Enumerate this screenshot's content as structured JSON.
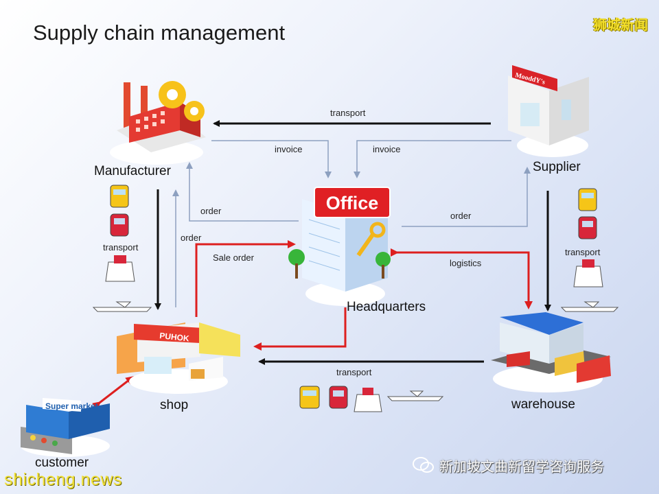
{
  "title": "Supply chain management",
  "watermarks": {
    "top_right": "狮城新闻",
    "bottom_left": "shicheng.news",
    "wechat_account": "新加坡文曲新留学咨询服务"
  },
  "nodes": {
    "manufacturer": "Manufacturer",
    "supplier": "Supplier",
    "headquarters": "Headquarters",
    "shop": "shop",
    "warehouse": "warehouse",
    "customer": "customer"
  },
  "signs": {
    "office": "Office",
    "supplier_store": "MooddY's",
    "shop_store": "PUHOK",
    "supermarket": "Super market"
  },
  "edges": {
    "transport_top": "transport",
    "invoice_left": "invoice",
    "invoice_right": "invoice",
    "order_left_top": "order",
    "order_right": "order",
    "order_left_vertical": "order",
    "sale_order": "Sale order",
    "logistics": "logistics",
    "transport_left": "transport",
    "transport_right": "transport",
    "transport_bottom": "transport"
  },
  "colors": {
    "flow_black": "#111111",
    "flow_red": "#dd1f1f",
    "flow_gray": "#8da0c0"
  }
}
